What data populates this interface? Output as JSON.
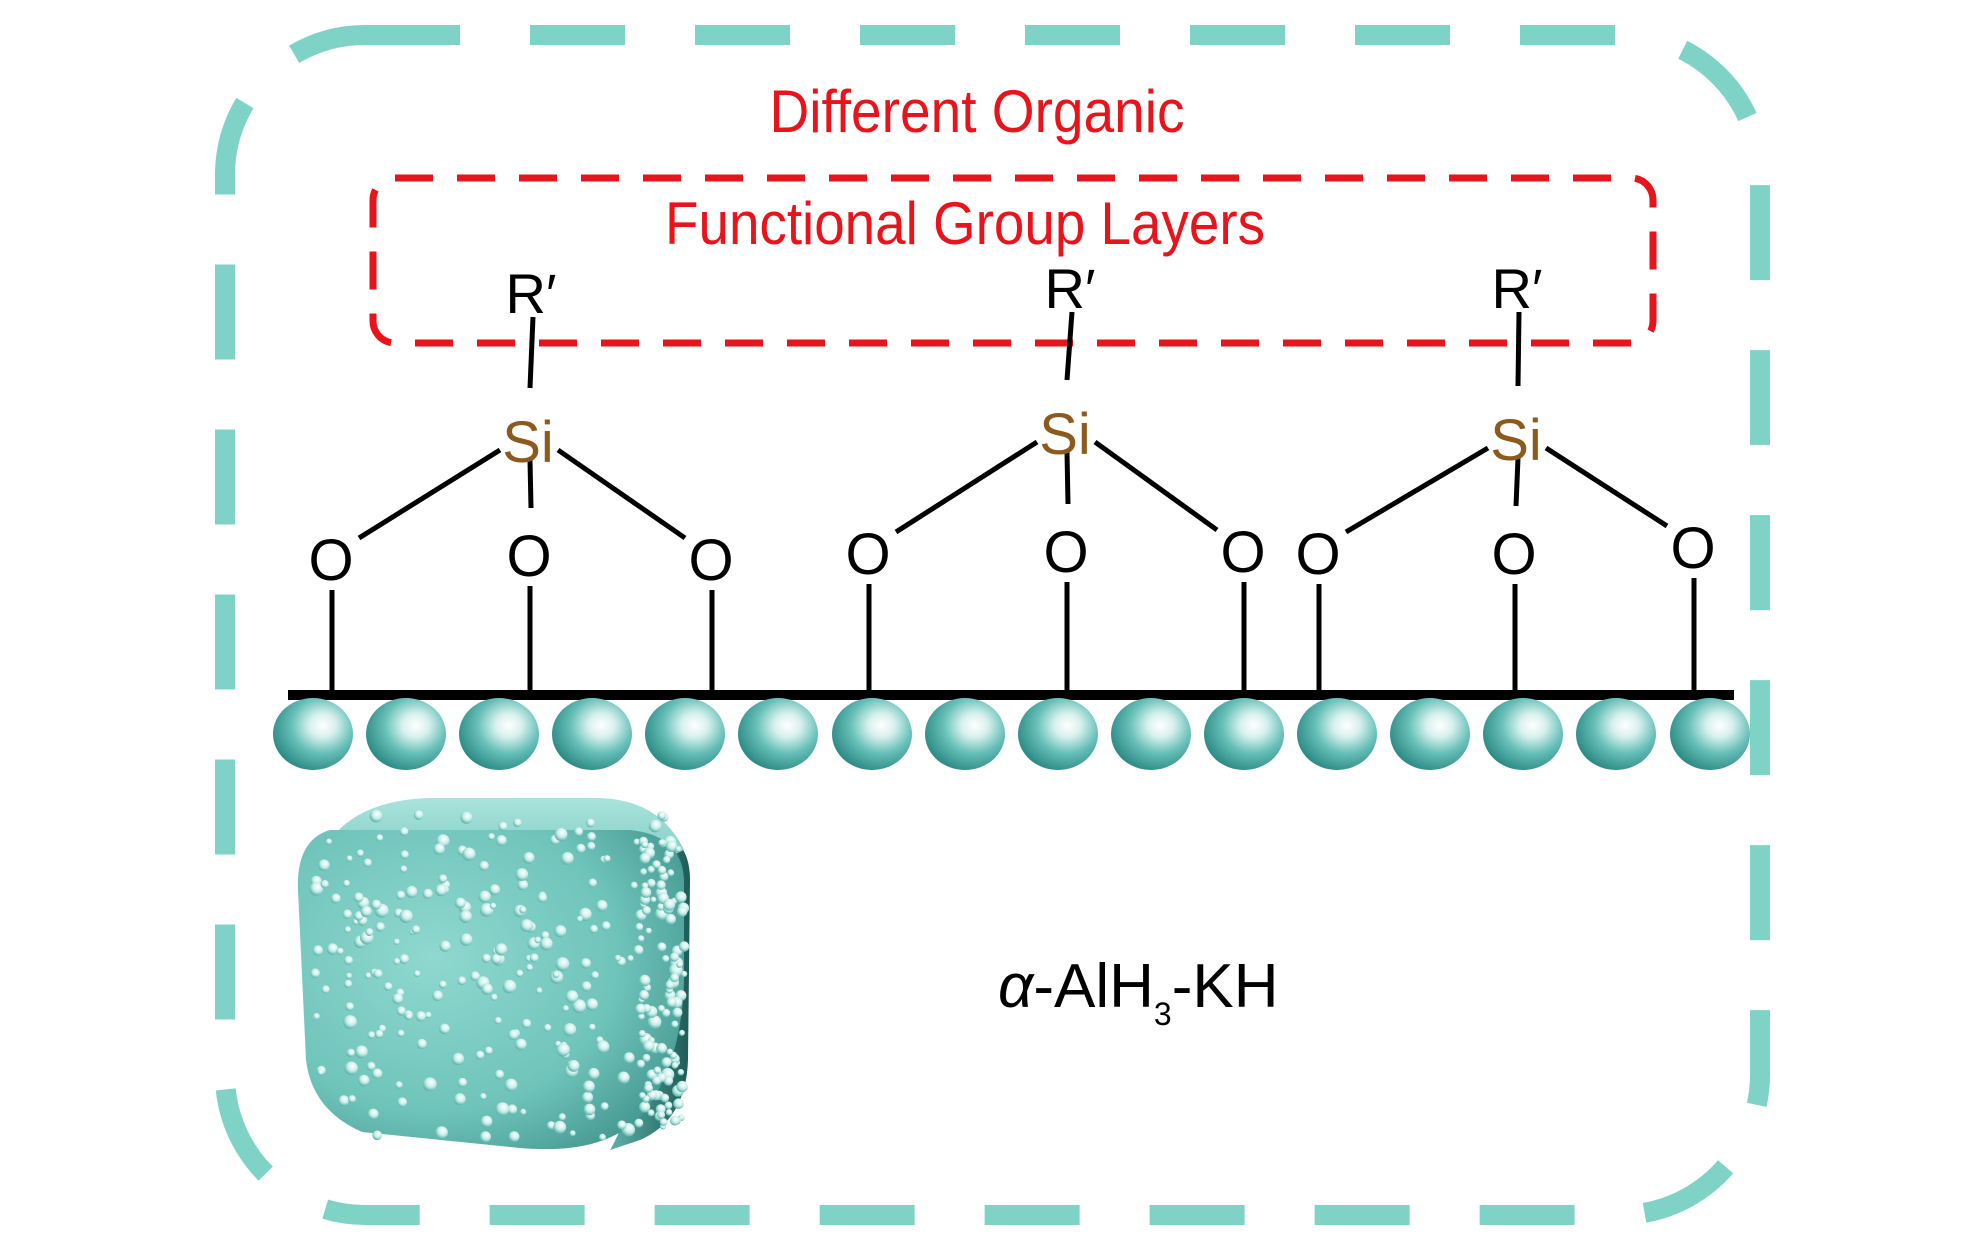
{
  "title_line1": "Different Organic",
  "title_line2": "Functional Group Layers",
  "r_group": "R′",
  "si_label": "Si",
  "o_label": "O",
  "compound": {
    "alpha": "α",
    "prefix": "-AlH",
    "subscript": "3",
    "suffix": "-KH"
  },
  "colors": {
    "frame": "#7fd3c6",
    "highlight": "#e8141b",
    "silicon": "#8b5a1c",
    "sphere": "#5fb8b0"
  }
}
